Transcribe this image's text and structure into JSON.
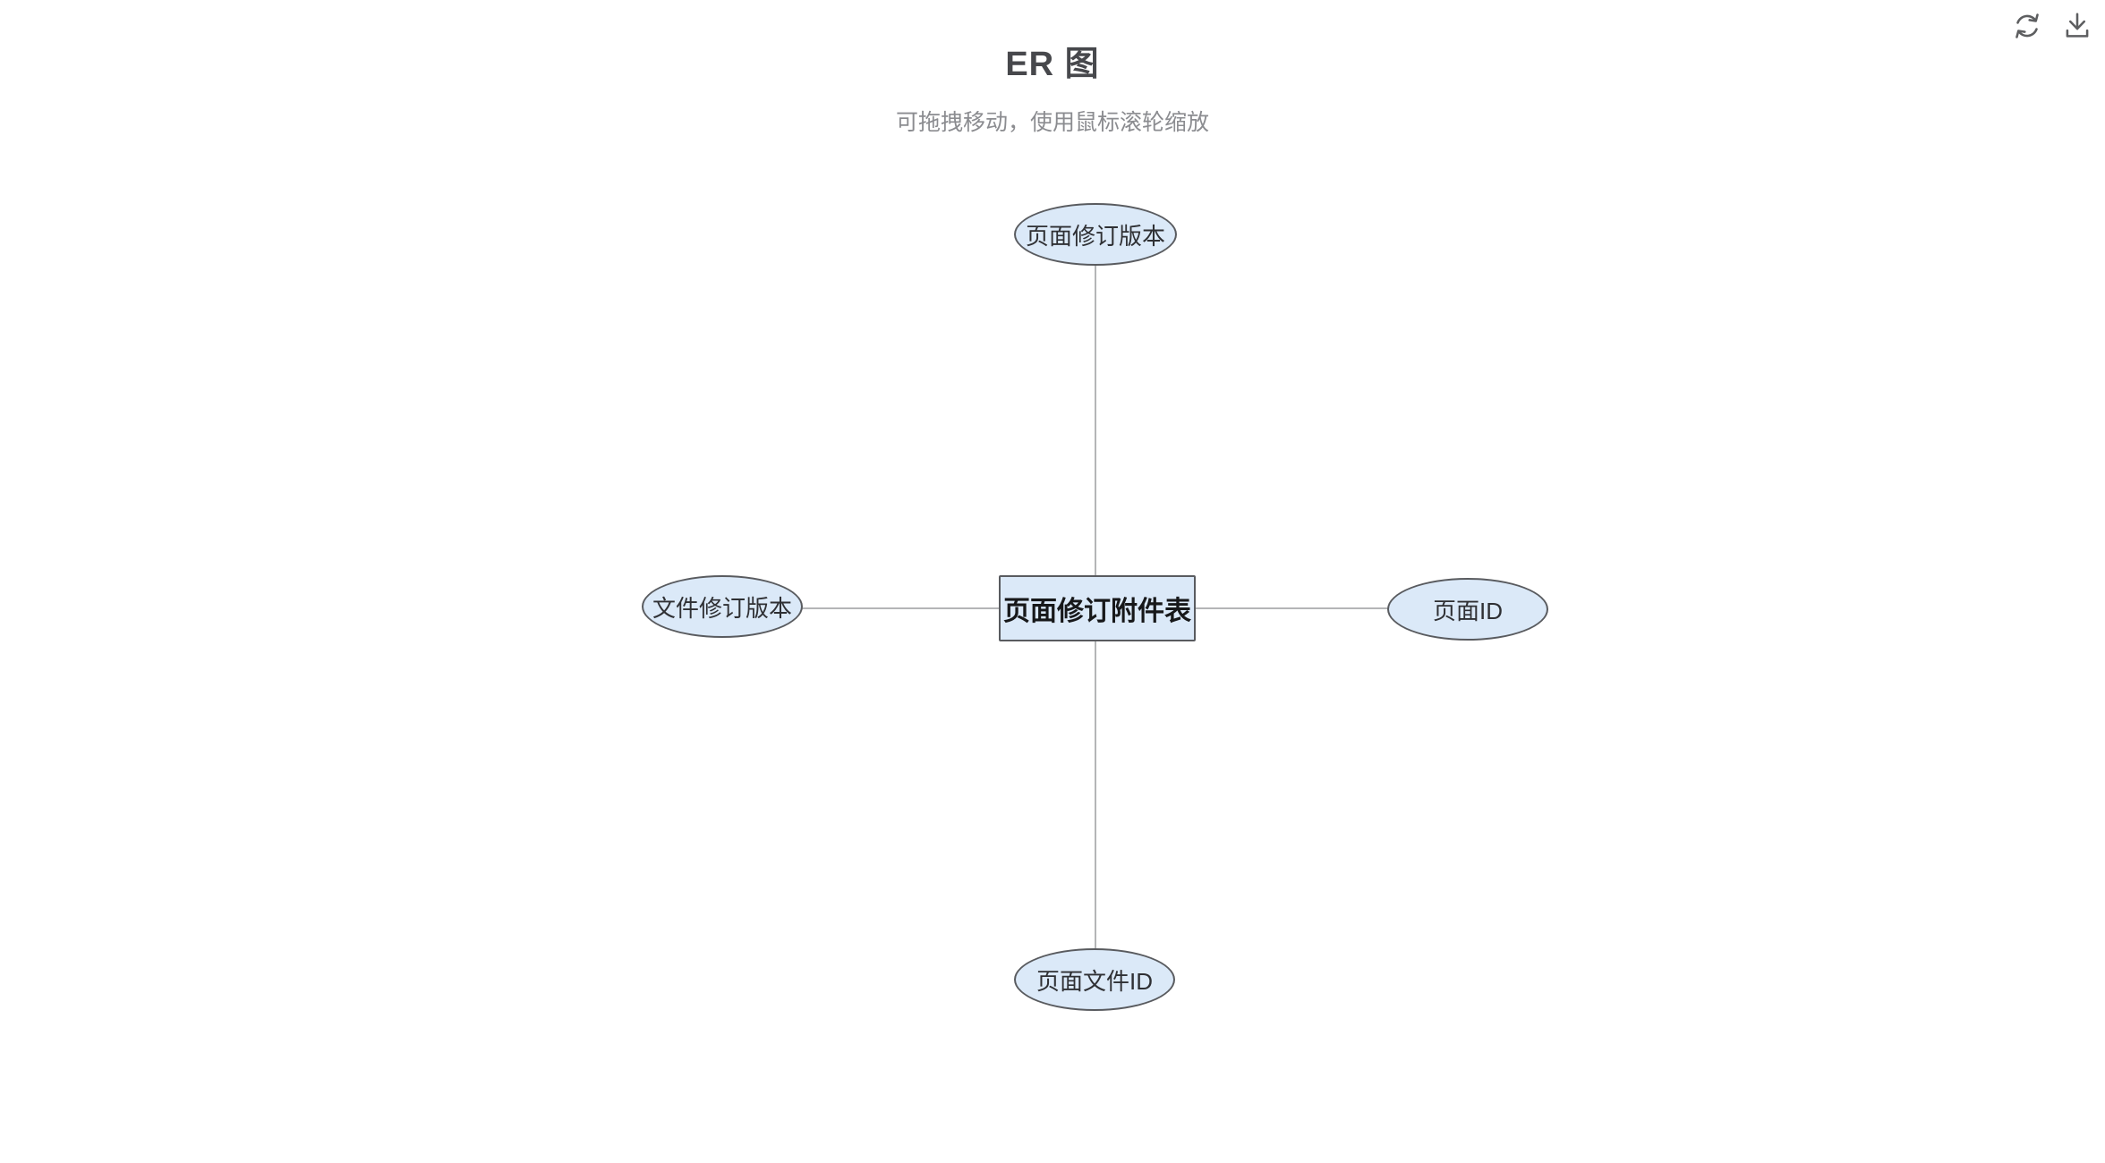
{
  "header": {
    "title": "ER 图",
    "subtitle": "可拖拽移动，使用鼠标滚轮缩放"
  },
  "toolbar": {
    "icons": [
      {
        "name": "refresh-icon",
        "meaning": "刷新 / reset view"
      },
      {
        "name": "download-icon",
        "meaning": "下载 / export image"
      }
    ]
  },
  "diagram": {
    "type": "entity-relationship",
    "entity": {
      "label": "页面修订附件表",
      "shape": "rectangle"
    },
    "attributes": [
      {
        "label": "页面修订版本",
        "position": "top",
        "shape": "ellipse"
      },
      {
        "label": "文件修订版本",
        "position": "left",
        "shape": "ellipse"
      },
      {
        "label": "页面ID",
        "position": "right",
        "shape": "ellipse"
      },
      {
        "label": "页面文件ID",
        "position": "bottom",
        "shape": "ellipse"
      }
    ],
    "edges": [
      {
        "from": "页面修订附件表",
        "to": "页面修订版本"
      },
      {
        "from": "页面修订附件表",
        "to": "文件修订版本"
      },
      {
        "from": "页面修订附件表",
        "to": "页面ID"
      },
      {
        "from": "页面修订附件表",
        "to": "页面文件ID"
      }
    ]
  },
  "colors": {
    "background": "#ffffff",
    "node_fill": "#dbe9f8",
    "node_border": "#595b5f",
    "edge_line": "#b4b5b7",
    "title_text": "#47484c",
    "subtitle_text": "#8b8c90",
    "icon_stroke": "#5d5e60"
  }
}
